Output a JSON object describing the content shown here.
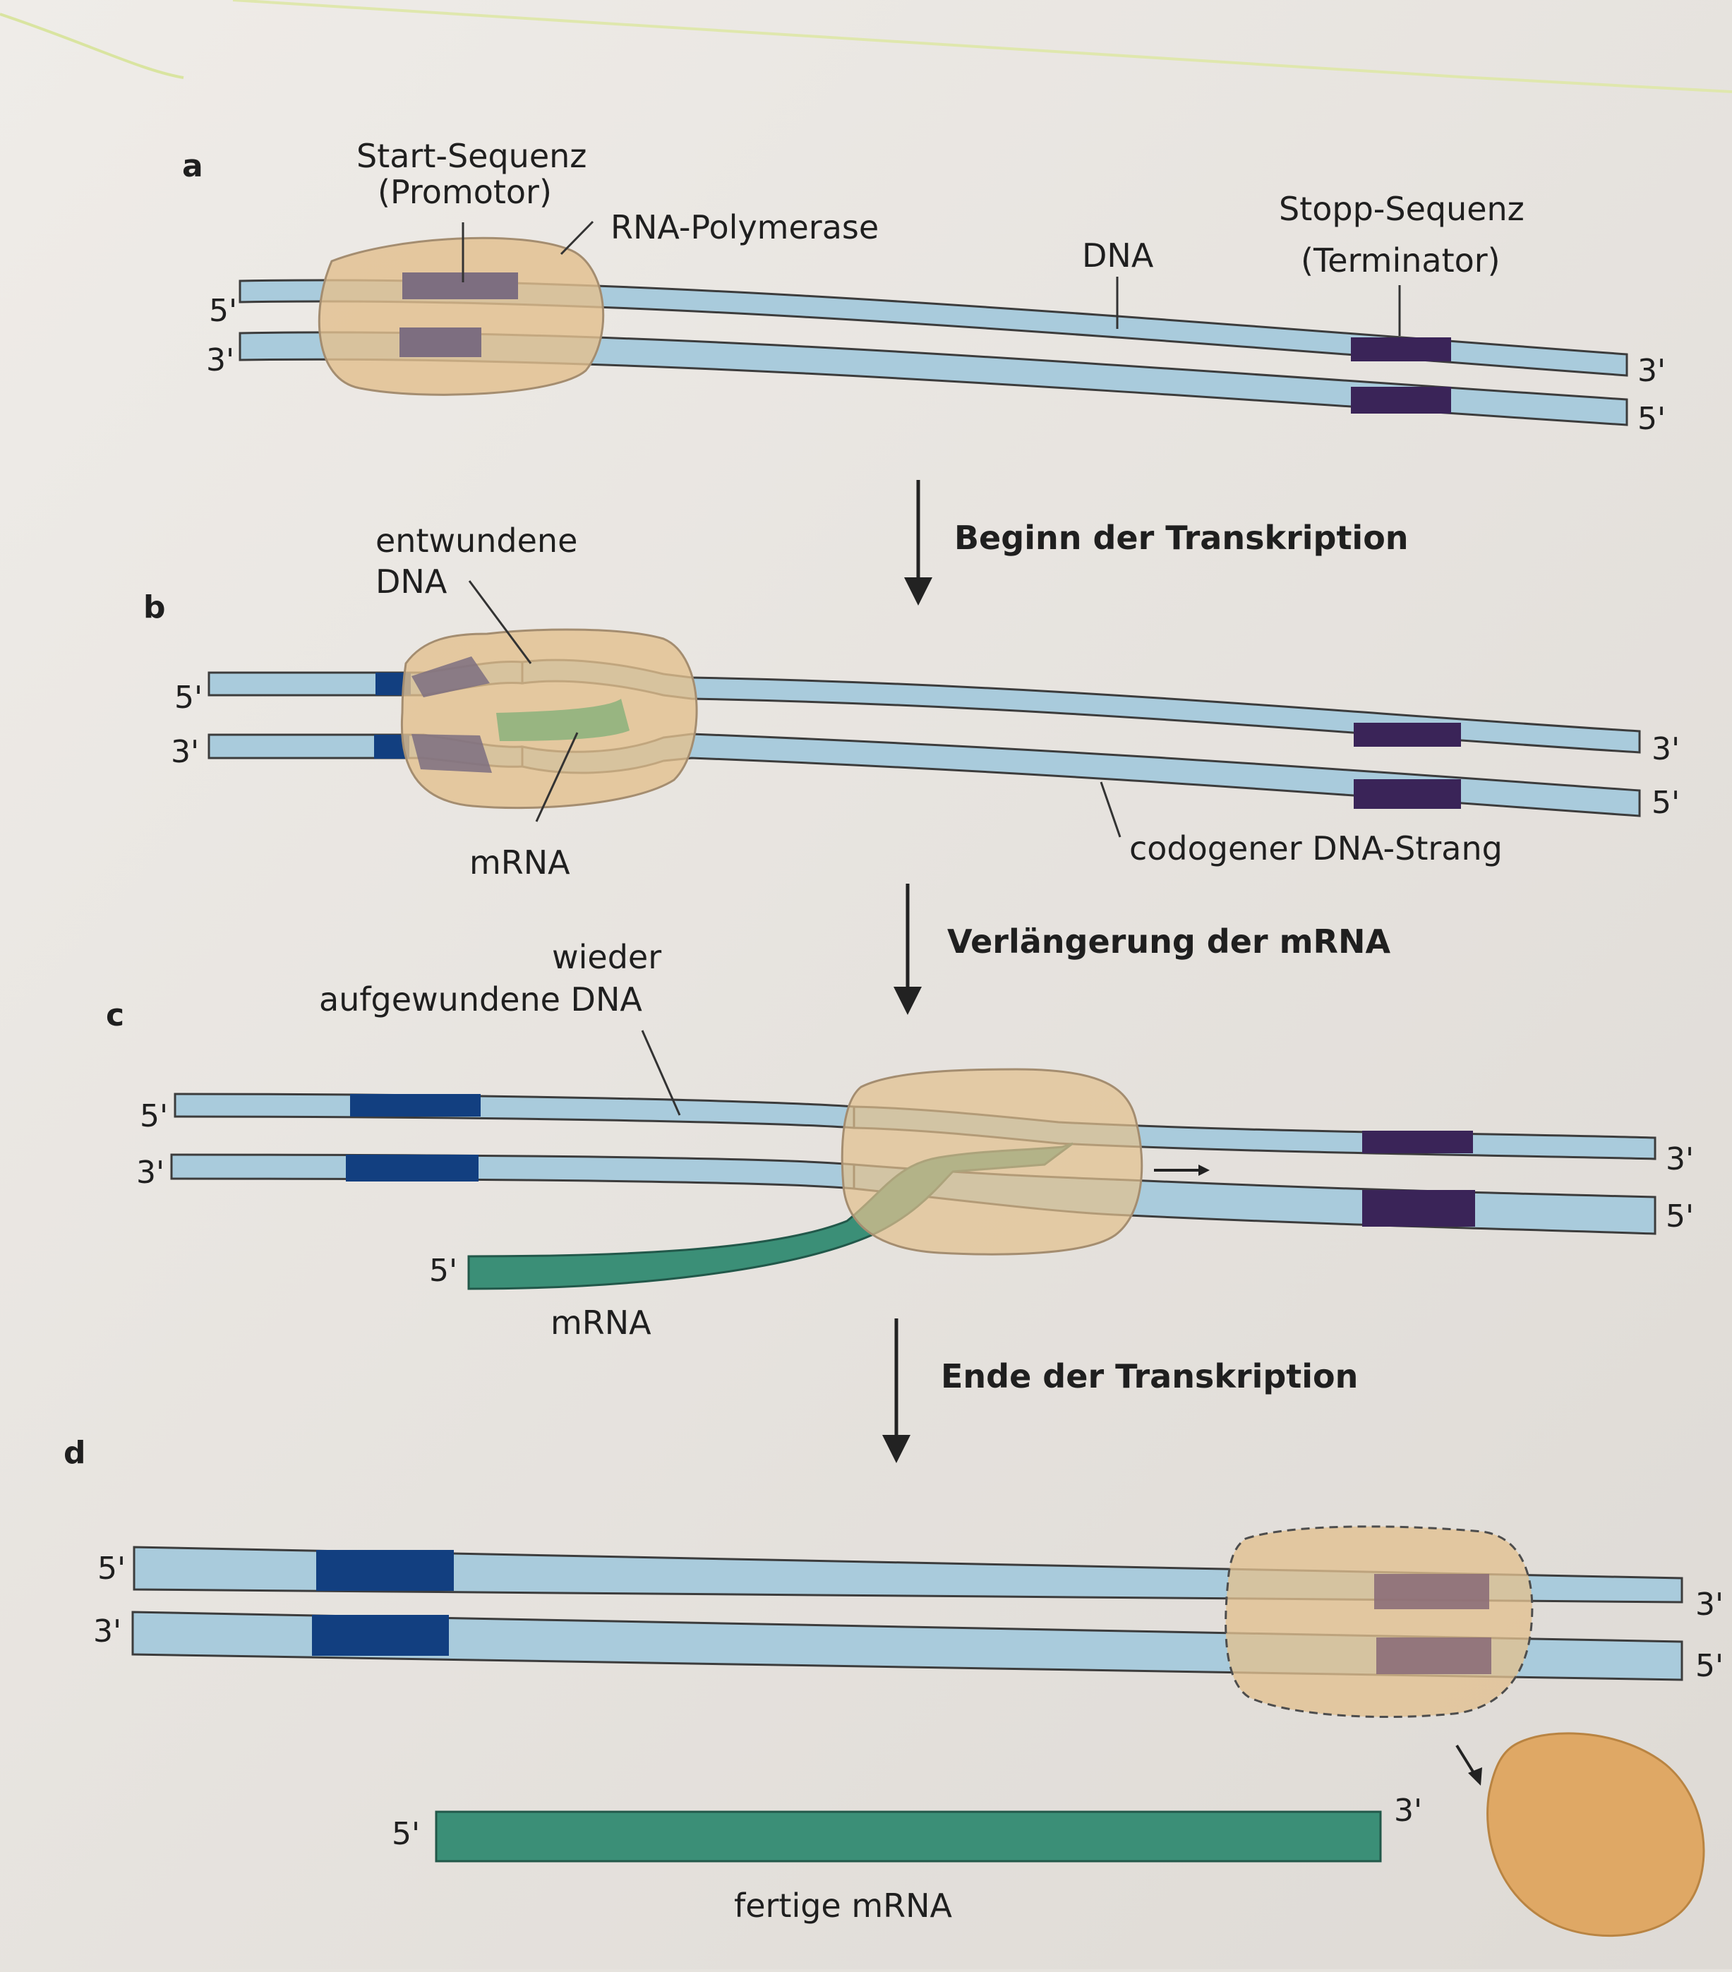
{
  "panels": {
    "a": {
      "letter": "a",
      "start_sequence": "Start-Sequenz",
      "promoter": "(Promotor)",
      "rna_polymerase": "RNA-Polymerase",
      "dna": "DNA",
      "stop_sequence": "Stopp-Sequenz",
      "terminator": "(Terminator)",
      "end_left_top": "5'",
      "end_left_bottom": "3'",
      "end_right_top": "3'",
      "end_right_bottom": "5'"
    },
    "b": {
      "letter": "b",
      "unwound_dna_1": "entwundene",
      "unwound_dna_2": "DNA",
      "mrna": "mRNA",
      "codogenic_strand": "codogener DNA-Strang",
      "end_left_top": "5'",
      "end_left_bottom": "3'",
      "end_right_top": "3'",
      "end_right_bottom": "5'"
    },
    "c": {
      "letter": "c",
      "rewound_dna_1": "wieder",
      "rewound_dna_2": "aufgewundene DNA",
      "mrna": "mRNA",
      "end_left_top": "5'",
      "end_left_bottom": "3'",
      "end_right_top": "3'",
      "end_right_bottom": "5'",
      "mrna_end": "5'"
    },
    "d": {
      "letter": "d",
      "finished_mrna": "fertige mRNA",
      "end_left_top": "5'",
      "end_left_bottom": "3'",
      "end_right_top": "3'",
      "end_right_bottom": "5'",
      "mrna_end_left": "5'",
      "mrna_end_right": "3'"
    }
  },
  "steps": {
    "begin": "Beginn der Transkription",
    "elongation": "Verlängerung der mRNA",
    "termination": "Ende der Transkription"
  },
  "colors": {
    "dna_strand": "#a9cbdc",
    "promoter_dark": "#123f80",
    "promoter_in_polymerase": "#7d6e80",
    "terminator": "#3a2458",
    "polymerase": "#e2c08f",
    "released_polymerase": "#dfa865",
    "mrna": "#3b8f77"
  }
}
